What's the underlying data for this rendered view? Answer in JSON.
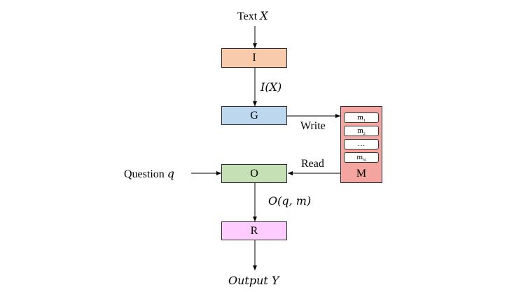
{
  "input": {
    "text": "Text ",
    "var": "X"
  },
  "modules": {
    "i": {
      "label": "I",
      "color": "#f8cbad"
    },
    "g": {
      "label": "G",
      "color": "#bdd7ee"
    },
    "o": {
      "label": "O",
      "color": "#c5e0b4"
    },
    "r": {
      "label": "R",
      "color": "#ffccff"
    }
  },
  "edge_labels": {
    "ix": "I(X)",
    "write": "Write",
    "read": "Read",
    "oqm": "O(q, m)"
  },
  "question": {
    "text": "Question ",
    "var": "q"
  },
  "memory": {
    "label": "M",
    "color": "#f4a5a0",
    "slots": [
      {
        "base": "m",
        "sub": "1"
      },
      {
        "base": "m",
        "sub": "2"
      },
      {
        "base": "…",
        "sub": ""
      },
      {
        "base": "m",
        "sub": "N"
      }
    ]
  },
  "output": "Output Y"
}
